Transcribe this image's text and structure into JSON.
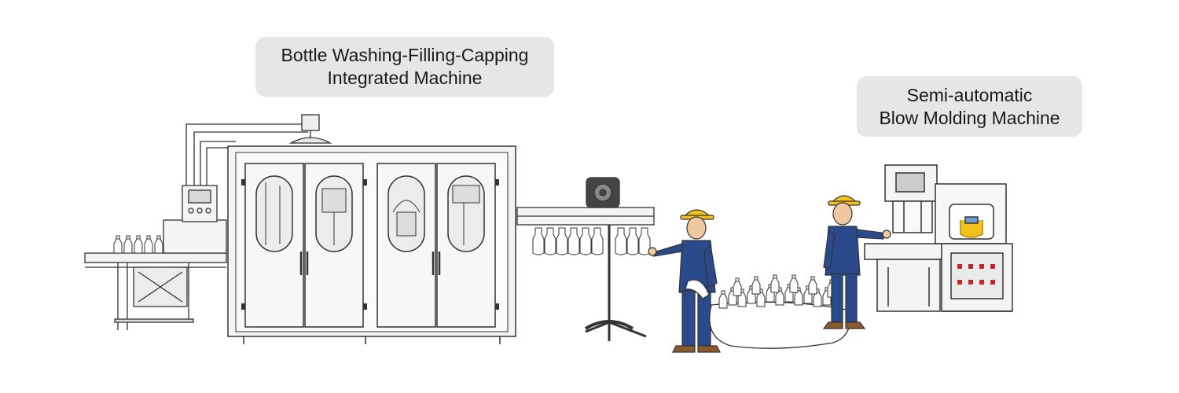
{
  "labels": {
    "washing_machine": {
      "line1": "Bottle Washing-Filling-Capping",
      "line2": "Integrated Machine"
    },
    "blow_molding_machine": {
      "line1": "Semi-automatic",
      "line2": "Blow Molding Machine"
    }
  },
  "colors": {
    "line": "#333333",
    "panel": "#f2f2f2",
    "worker_uniform": "#2b4a8b",
    "helmet": "#f2c21b",
    "skin": "#f0c8a0",
    "indicator_red": "#c0282d"
  }
}
